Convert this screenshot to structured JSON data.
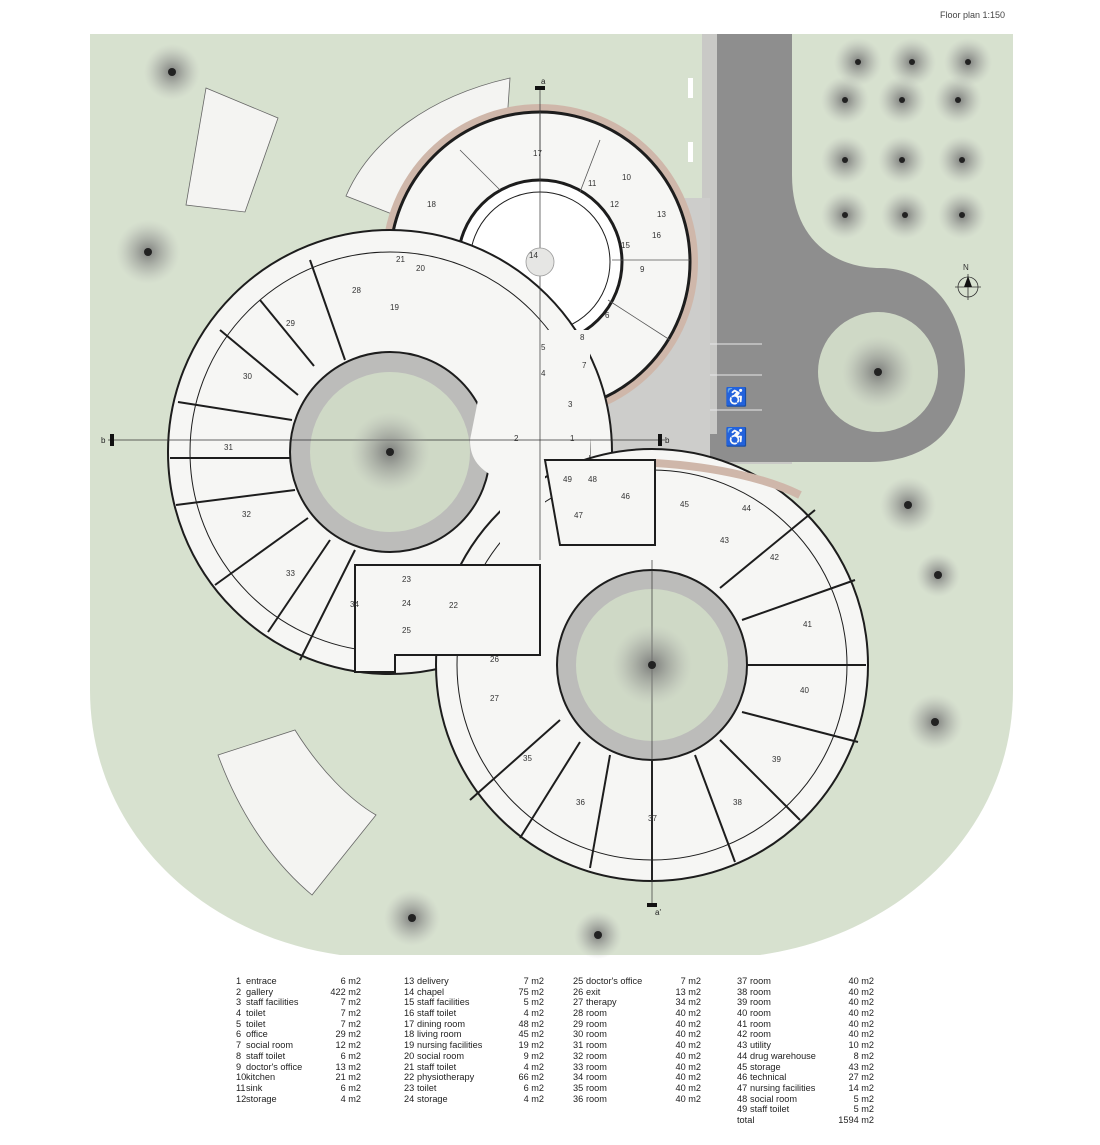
{
  "title": "Floor plan 1:150",
  "compass": "N",
  "section_markers": [
    "a",
    "a'",
    "b",
    "b"
  ],
  "colors": {
    "background": "#ffffff",
    "site_grass": "#d7e1cf",
    "road": "#8e8e8e",
    "sidewalk": "#d0d0cd",
    "floor": "#f6f6f4",
    "wall": "#1d1d1d",
    "courtyard_ring": "#bcbcba",
    "courtyard_grass": "#cfd9c6",
    "terrace_wood": "#cfb7aa",
    "tree_dots": "#5a5a5a"
  },
  "room_labels": [
    "1",
    "2",
    "3",
    "4",
    "5",
    "6",
    "7",
    "8",
    "9",
    "10",
    "11",
    "12",
    "13",
    "14",
    "15",
    "16",
    "17",
    "18",
    "19",
    "20",
    "21",
    "22",
    "23",
    "24",
    "25",
    "26",
    "27",
    "28",
    "29",
    "30",
    "31",
    "32",
    "33",
    "34",
    "35",
    "36",
    "37",
    "38",
    "39",
    "40",
    "41",
    "42",
    "43",
    "44",
    "45",
    "46",
    "47",
    "48",
    "49"
  ],
  "legend": {
    "col1": [
      {
        "n": "1",
        "name": "entrace",
        "area": "6 m2"
      },
      {
        "n": "2",
        "name": "gallery",
        "area": "422 m2"
      },
      {
        "n": "3",
        "name": "staff facilities",
        "area": "7 m2"
      },
      {
        "n": "4",
        "name": "toilet",
        "area": "7 m2"
      },
      {
        "n": "5",
        "name": "toilet",
        "area": "7 m2"
      },
      {
        "n": "6",
        "name": "office",
        "area": "29 m2"
      },
      {
        "n": "7",
        "name": "social room",
        "area": "12 m2"
      },
      {
        "n": "8",
        "name": "staff toilet",
        "area": "6 m2"
      },
      {
        "n": "9",
        "name": "doctor's office",
        "area": "13 m2"
      },
      {
        "n": "10",
        "name": "kitchen",
        "area": "21 m2"
      },
      {
        "n": "11",
        "name": "sink",
        "area": "6 m2"
      },
      {
        "n": "12",
        "name": "storage",
        "area": "4 m2"
      }
    ],
    "col2": [
      {
        "n": "13",
        "name": "delivery",
        "area": "7 m2"
      },
      {
        "n": "14",
        "name": "chapel",
        "area": "75 m2"
      },
      {
        "n": "15",
        "name": "staff facilities",
        "area": "5 m2"
      },
      {
        "n": "16",
        "name": "staff toilet",
        "area": "4 m2"
      },
      {
        "n": "17",
        "name": "dining room",
        "area": "48 m2"
      },
      {
        "n": "18",
        "name": "living room",
        "area": "45 m2"
      },
      {
        "n": "19",
        "name": "nursing facilities",
        "area": "19 m2"
      },
      {
        "n": "20",
        "name": "social room",
        "area": "9 m2"
      },
      {
        "n": "21",
        "name": "staff toilet",
        "area": "4 m2"
      },
      {
        "n": "22",
        "name": "physiotherapy",
        "area": "66 m2"
      },
      {
        "n": "23",
        "name": "toilet",
        "area": "6 m2"
      },
      {
        "n": "24",
        "name": "storage",
        "area": "4 m2"
      }
    ],
    "col3": [
      {
        "n": "25",
        "name": "doctor's office",
        "area": "7 m2"
      },
      {
        "n": "26",
        "name": "exit",
        "area": "13 m2"
      },
      {
        "n": "27",
        "name": "therapy",
        "area": "34 m2"
      },
      {
        "n": "28",
        "name": "room",
        "area": "40 m2"
      },
      {
        "n": "29",
        "name": "room",
        "area": "40 m2"
      },
      {
        "n": "30",
        "name": "room",
        "area": "40 m2"
      },
      {
        "n": "31",
        "name": "room",
        "area": "40 m2"
      },
      {
        "n": "32",
        "name": "room",
        "area": "40 m2"
      },
      {
        "n": "33",
        "name": "room",
        "area": "40 m2"
      },
      {
        "n": "34",
        "name": "room",
        "area": "40 m2"
      },
      {
        "n": "35",
        "name": "room",
        "area": "40 m2"
      },
      {
        "n": "36",
        "name": "room",
        "area": "40 m2"
      }
    ],
    "col4": [
      {
        "n": "37",
        "name": "room",
        "area": "40 m2"
      },
      {
        "n": "38",
        "name": "room",
        "area": "40 m2"
      },
      {
        "n": "39",
        "name": "room",
        "area": "40 m2"
      },
      {
        "n": "40",
        "name": "room",
        "area": "40 m2"
      },
      {
        "n": "41",
        "name": "room",
        "area": "40 m2"
      },
      {
        "n": "42",
        "name": "room",
        "area": "40 m2"
      },
      {
        "n": "43",
        "name": "utility",
        "area": "10 m2"
      },
      {
        "n": "44",
        "name": "drug warehouse",
        "area": "8 m2"
      },
      {
        "n": "45",
        "name": "storage",
        "area": "43 m2"
      },
      {
        "n": "46",
        "name": "technical",
        "area": "27 m2"
      },
      {
        "n": "47",
        "name": "nursing facilities",
        "area": "14 m2"
      },
      {
        "n": "48",
        "name": "social room",
        "area": "5 m2"
      },
      {
        "n": "49",
        "name": "staff toilet",
        "area": "5 m2"
      },
      {
        "n": "",
        "name": "total",
        "area": "1594 m2"
      }
    ]
  }
}
